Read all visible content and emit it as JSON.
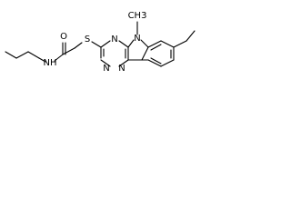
{
  "molecule": {
    "atoms": {
      "amide_nitrogen": "NH",
      "carbonyl_oxygen": "O",
      "thioether_sulfur": "S",
      "ring_nitrogen_methyl": "N",
      "methyl": "CH3",
      "triazine_n_upper": "N",
      "triazine_n_left": "N",
      "triazine_n_lower": "N"
    }
  }
}
